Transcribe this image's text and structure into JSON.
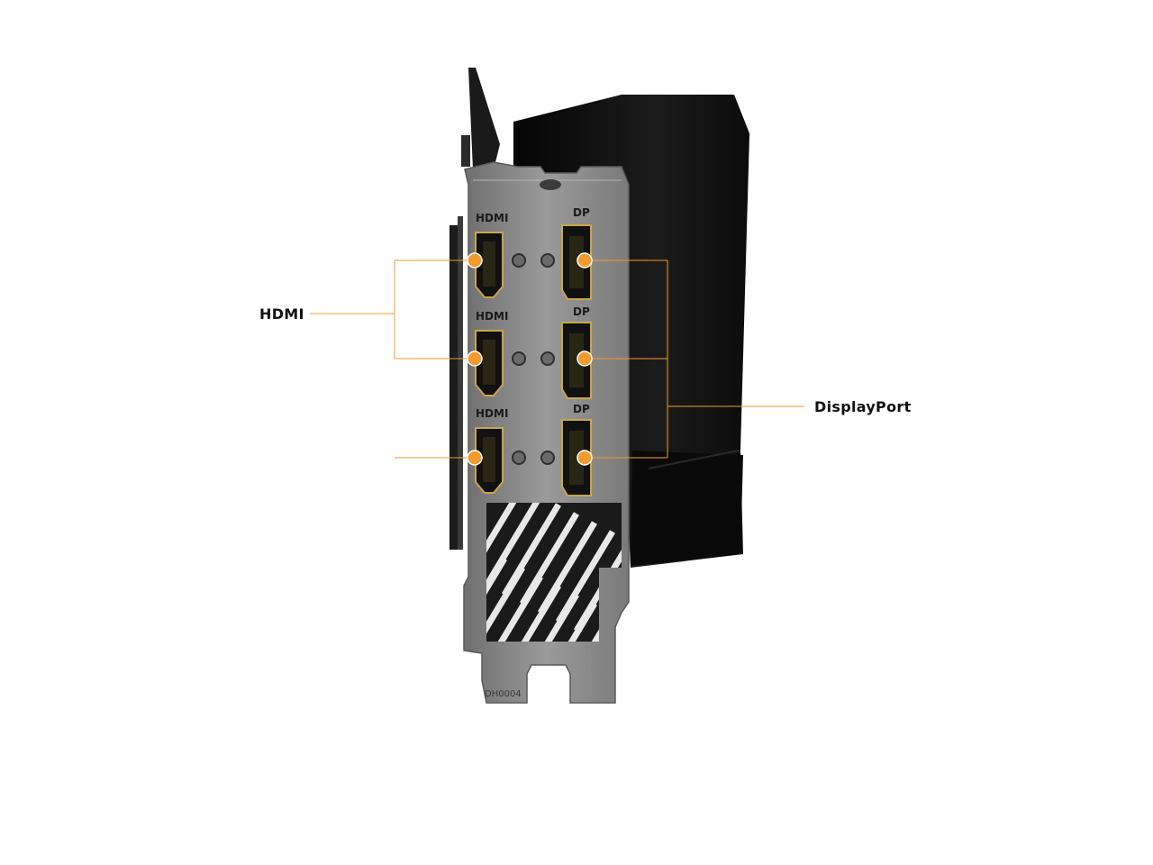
{
  "callouts": {
    "hdmi": "HDMI",
    "displayport": "DisplayPort"
  },
  "bracket": {
    "hdmi_labels": [
      "HDMI",
      "HDMI",
      "HDMI"
    ],
    "dp_labels": [
      "DP",
      "DP",
      "DP"
    ],
    "part_code": "DH0004"
  },
  "colors": {
    "accent": "#f29a2e",
    "bracket_metal": "#8a8a8a",
    "shroud": "#121212",
    "port_gold": "#c8a64a"
  }
}
